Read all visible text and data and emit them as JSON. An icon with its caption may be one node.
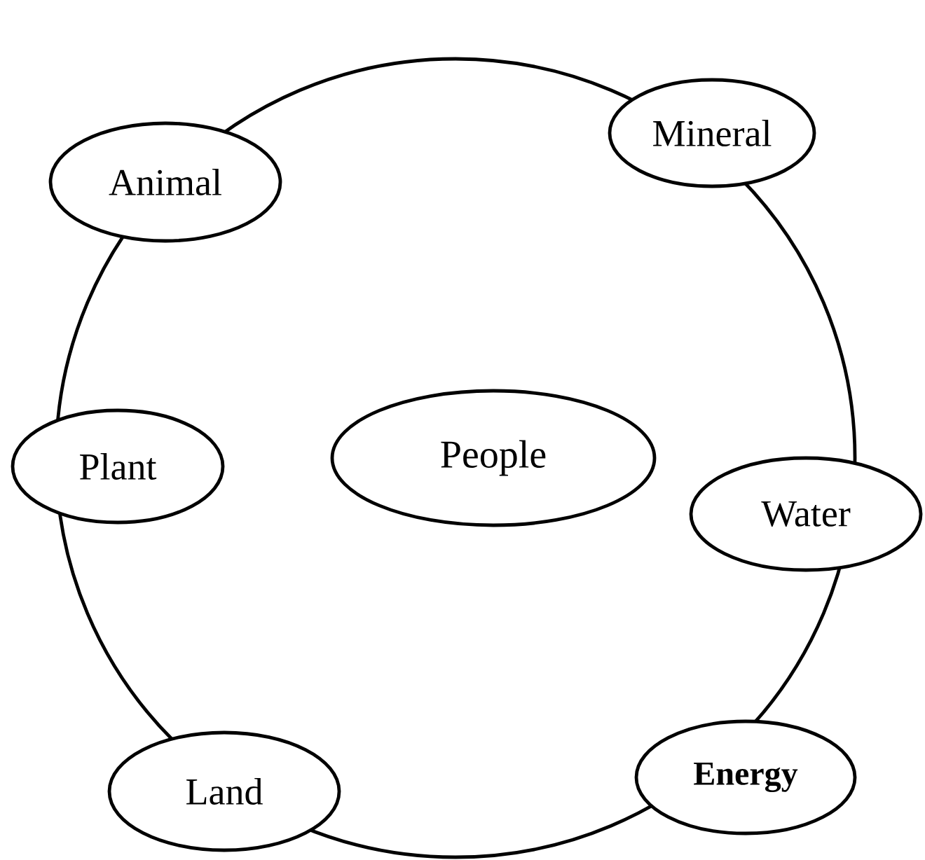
{
  "diagram": {
    "nodes": [
      {
        "text": [],
        "shape": "circle"
      },
      {
        "text": [
          "Mineral"
        ]
      },
      {
        "text": [
          "Animal"
        ]
      },
      {
        "text": [
          "Plant"
        ]
      },
      {
        "text": [
          "People"
        ],
        "in": 0
      },
      {
        "text": [
          "Water"
        ]
      },
      {
        "text": [
          "Energy"
        ]
      },
      {
        "text": [
          "Land"
        ]
      }
    ]
  }
}
